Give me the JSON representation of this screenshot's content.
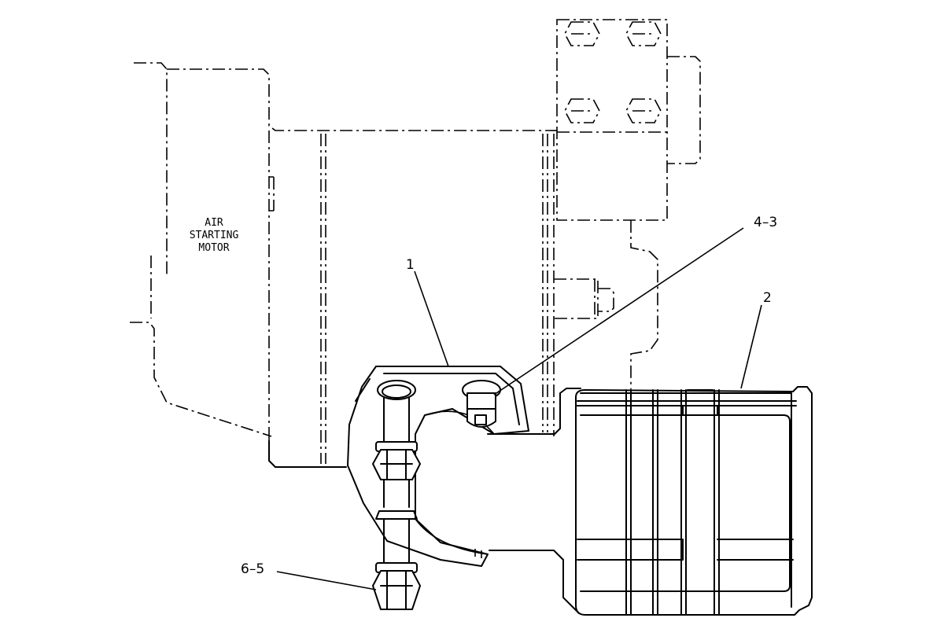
{
  "labels": {
    "motor_line1": "AIR",
    "motor_line2": "STARTING",
    "motor_line3": "MOTOR",
    "callout_1": "1",
    "callout_2": "2",
    "callout_4_3": "4–3",
    "callout_6_5": "6–5"
  },
  "icons": {
    "bolt": "hex-bolt-icon",
    "socket_bolt": "socket-head-bolt-icon"
  }
}
